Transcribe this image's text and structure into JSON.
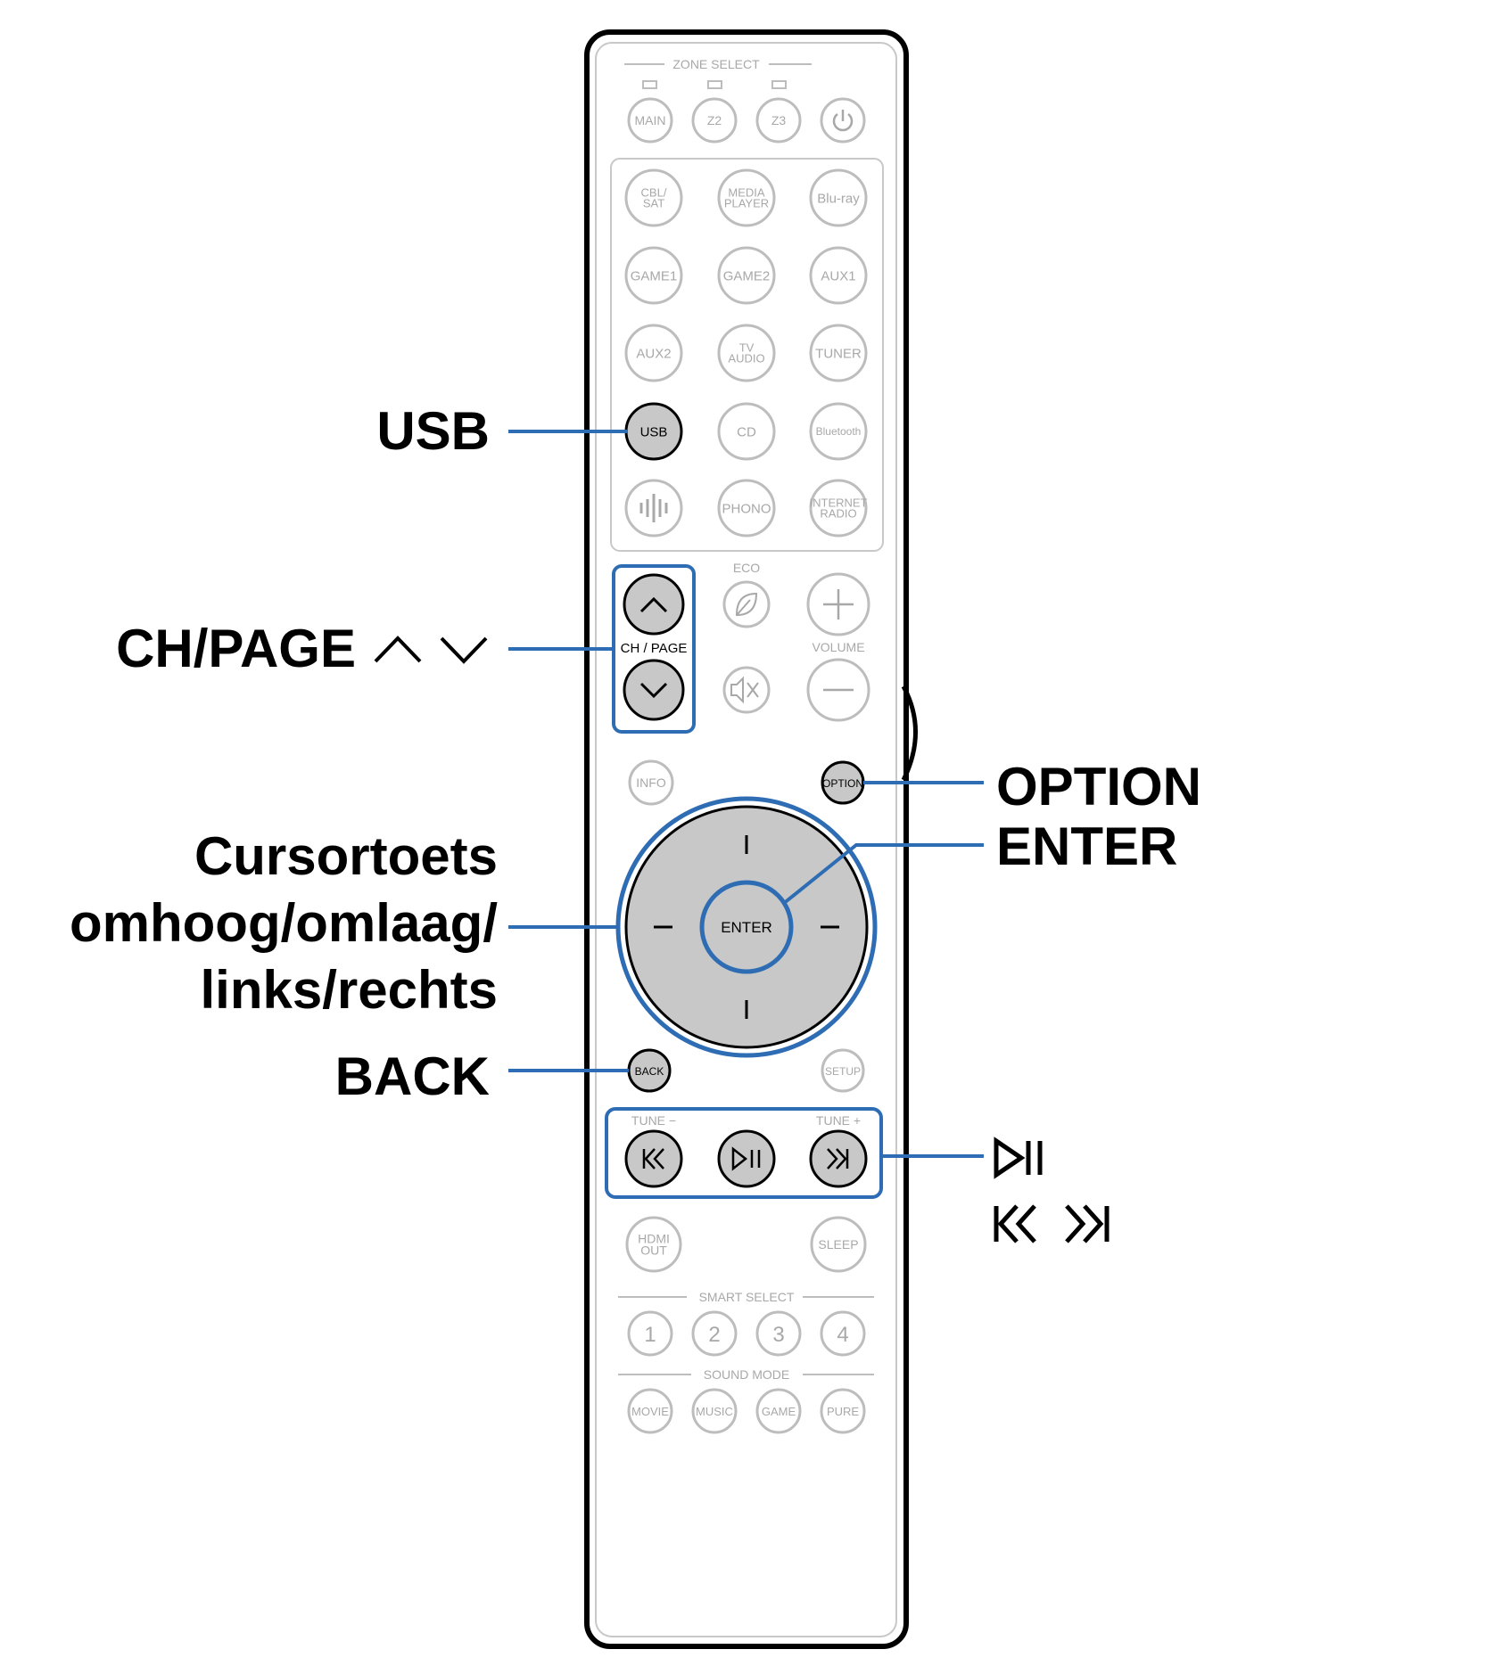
{
  "remote": {
    "zone_select": {
      "label": "ZONE SELECT",
      "buttons": [
        "MAIN",
        "Z2",
        "Z3"
      ],
      "power_icon": "power-icon"
    },
    "inputs": [
      [
        "CBL/\nSAT",
        "MEDIA\nPLAYER",
        "Blu-ray"
      ],
      [
        "GAME1",
        "GAME2",
        "AUX1"
      ],
      [
        "AUX2",
        "TV\nAUDIO",
        "TUNER"
      ],
      [
        "USB",
        "CD",
        "Bluetooth"
      ],
      [
        "heos-icon",
        "PHONO",
        "INTERNET\nRADIO"
      ]
    ],
    "eco_label": "ECO",
    "volume_label": "VOLUME",
    "ch_page_label": "CH / PAGE",
    "info_label": "INFO",
    "option_label": "OPTION",
    "enter_label": "ENTER",
    "back_label": "BACK",
    "setup_label": "SETUP",
    "tune_minus_label": "TUNE −",
    "tune_plus_label": "TUNE +",
    "hdmi_out_label": "HDMI\nOUT",
    "sleep_label": "SLEEP",
    "smart_select": {
      "label": "SMART SELECT",
      "buttons": [
        "1",
        "2",
        "3",
        "4"
      ]
    },
    "sound_mode": {
      "label": "SOUND MODE",
      "buttons": [
        "MOVIE",
        "MUSIC",
        "GAME",
        "PURE"
      ]
    }
  },
  "callouts": {
    "usb": "USB",
    "ch_page": "CH/PAGE",
    "cursor_line1": "Cursortoets",
    "cursor_line2": "omhoog/omlaag/",
    "cursor_line3": "links/rechts",
    "back": "BACK",
    "option": "OPTION",
    "enter": "ENTER"
  },
  "colors": {
    "highlight": "#2E6DB4",
    "button_gray": "#C8C8C8",
    "outline_gray": "#BDBDBD",
    "text_gray": "#A8A8A8"
  }
}
